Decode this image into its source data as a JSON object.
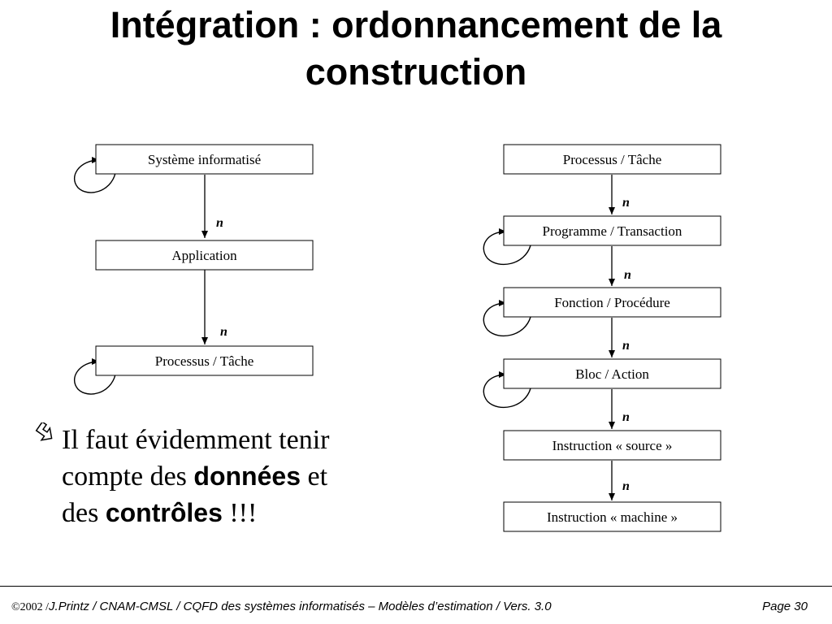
{
  "slide": {
    "title_line1": "Intégration : ordonnancement de la",
    "title_line2": "construction"
  },
  "diagram": {
    "left": {
      "nodes": [
        "Système informatisé",
        "Application",
        "Processus / Tâche"
      ],
      "links": [
        "n",
        "n"
      ]
    },
    "right": {
      "nodes": [
        "Processus / Tâche",
        "Programme / Transaction",
        "Fonction / Procédure",
        "Bloc / Action",
        "Instruction « source »",
        "Instruction « machine »"
      ],
      "links": [
        "n",
        "n",
        "n",
        "n",
        "n"
      ]
    }
  },
  "bullet": {
    "line1": "Il faut évidemment tenir",
    "line2_pre": "compte des ",
    "line2_bold": "données",
    "line2_post": " et",
    "line3_pre": "des ",
    "line3_bold": "contrôles",
    "line3_post": " !!!"
  },
  "footer": {
    "copyright": "©2002 /",
    "text": "J.Printz / CNAM-CMSL / CQFD des systèmes informatisés – Modèles d’estimation / Vers. 3.0",
    "page": "Page 30"
  }
}
